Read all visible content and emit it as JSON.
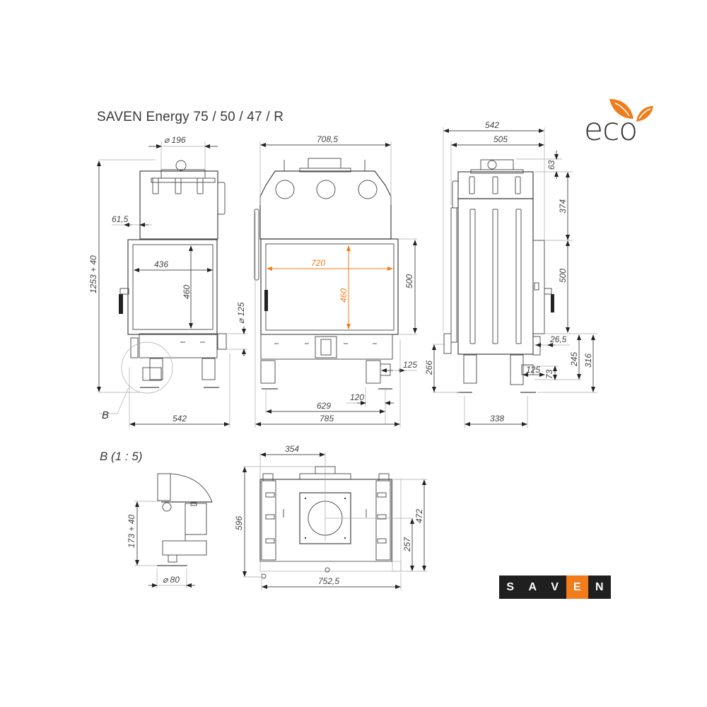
{
  "title": "SAVEN Energy 75 / 50 / 47 / R",
  "detail_title": "B (1 : 5)",
  "logos": {
    "eco": {
      "text": "eco",
      "leaf_color": "#f07c1c"
    },
    "brand": {
      "letters": [
        "S",
        "A",
        "V",
        "E",
        "N"
      ],
      "highlight_index": 3,
      "bg": "#1f1f1f",
      "accent": "#f07c1c"
    }
  },
  "views": {
    "side_left": {
      "dims": {
        "flue_diameter": "⌀ 196",
        "height_total": "1253 + 40",
        "offset": "61,5",
        "door_width": "436",
        "door_height": "460",
        "air_inlet": "⌀ 125",
        "width": "542",
        "detail_marker": "B"
      }
    },
    "front": {
      "dims": {
        "top_width": "708,5",
        "glass_width": "720",
        "glass_height": "460",
        "door_height": "500",
        "leg_offset": "125",
        "leg_spacing_small": "120",
        "leg_spacing": "629",
        "width": "785"
      }
    },
    "side_right": {
      "dims": {
        "outer_width": "542",
        "inner_width": "505",
        "collar_height": "63",
        "upper_height": "374",
        "door_height": "500",
        "step": "26,5",
        "air_height": "245",
        "base_height": "316",
        "leg_height": "266",
        "inlet_width": "125",
        "inlet_height": "73",
        "leg_spacing": "338"
      }
    },
    "detail_b": {
      "dims": {
        "height": "173 + 40",
        "foot_diameter": "⌀ 80"
      }
    },
    "top": {
      "dims": {
        "flue_offset": "354",
        "depth": "596",
        "side_depth": "472",
        "flue_depth": "257",
        "width": "752,5"
      }
    }
  }
}
